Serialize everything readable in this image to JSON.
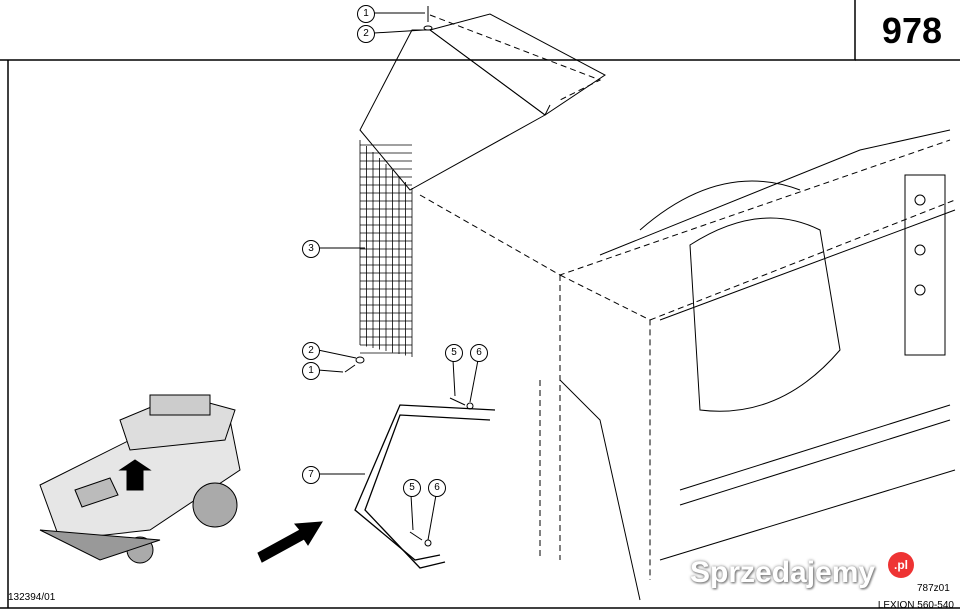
{
  "page_number": "978",
  "drawing_ref": "132394/01",
  "figure_code": "787z01",
  "model": "LEXION 560-540",
  "watermark": {
    "text": "Sprzedajemy",
    "badge": ".pl"
  },
  "callouts": [
    {
      "label": "1",
      "part": "screw-top"
    },
    {
      "label": "2",
      "part": "washer-top"
    },
    {
      "label": "3",
      "part": "grille-mesh"
    },
    {
      "label": "2",
      "part": "washer-bottom"
    },
    {
      "label": "1",
      "part": "screw-bottom"
    },
    {
      "label": "5",
      "part": "bolt-upper"
    },
    {
      "label": "6",
      "part": "washer-upper"
    },
    {
      "label": "7",
      "part": "bracket"
    },
    {
      "label": "5",
      "part": "bolt-lower"
    },
    {
      "label": "6",
      "part": "washer-lower"
    }
  ]
}
